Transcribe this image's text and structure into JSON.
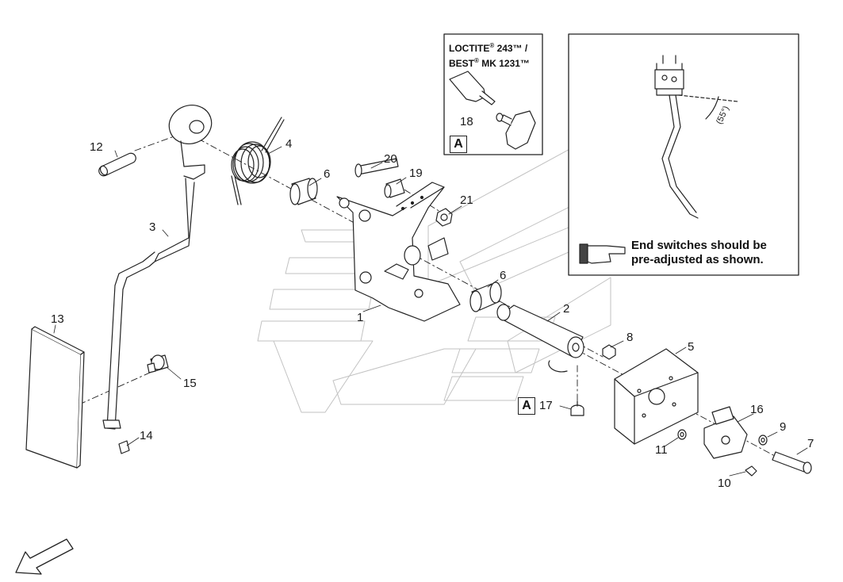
{
  "callouts": {
    "c1": "1",
    "c2": "2",
    "c3": "3",
    "c4": "4",
    "c5": "5",
    "c6a": "6",
    "c6b": "6",
    "c7": "7",
    "c8": "8",
    "c9": "9",
    "c10": "10",
    "c11": "11",
    "c12": "12",
    "c13": "13",
    "c14": "14",
    "c15": "15",
    "c16": "16",
    "c17": "17",
    "c18": "18",
    "c19": "19",
    "c20": "20",
    "c21": "21"
  },
  "adhesive": {
    "line1_brand": "LOCTITE",
    "line1_mark": "®",
    "line1_rest": " 243™ /",
    "line2_brand": "BEST",
    "line2_mark": "®",
    "line2_rest": " MK 1231™",
    "ref": "A"
  },
  "ref_marker": "A",
  "detail": {
    "angle": "(55°)",
    "note_line1": "End switches should be",
    "note_line2": "pre-adjusted as shown."
  }
}
